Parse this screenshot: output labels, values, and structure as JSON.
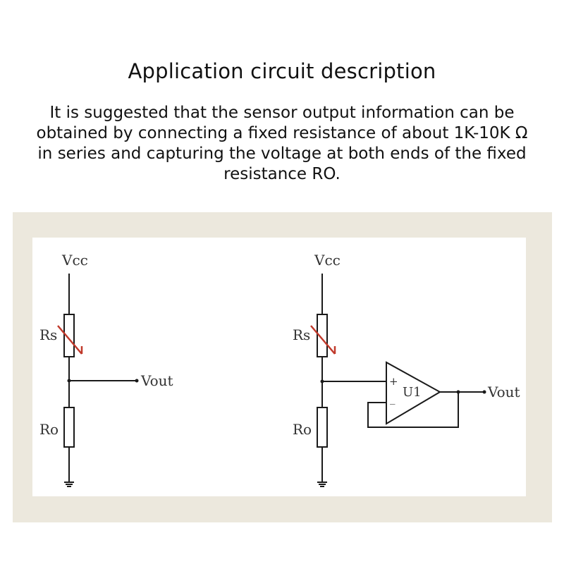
{
  "heading": {
    "title": "Application circuit description",
    "description": "It is suggested that the sensor output information can be obtained by connecting a fixed resistance of about 1K-10K Ω in series and capturing the voltage at both ends of the fixed resistance RO."
  },
  "circuit_left": {
    "supply_label": "Vcc",
    "sensor_label": "Rs",
    "fixed_label": "Ro",
    "output_label": "Vout"
  },
  "circuit_right": {
    "supply_label": "Vcc",
    "sensor_label": "Rs",
    "fixed_label": "Ro",
    "opamp_label": "U1",
    "plus_label": "+",
    "minus_label": "_",
    "output_label": "Vout"
  },
  "colors": {
    "background": "#ffffff",
    "panel_frame": "#ece8dd",
    "wire": "#1a1a1a",
    "sensor_arrow": "#c0392b"
  }
}
